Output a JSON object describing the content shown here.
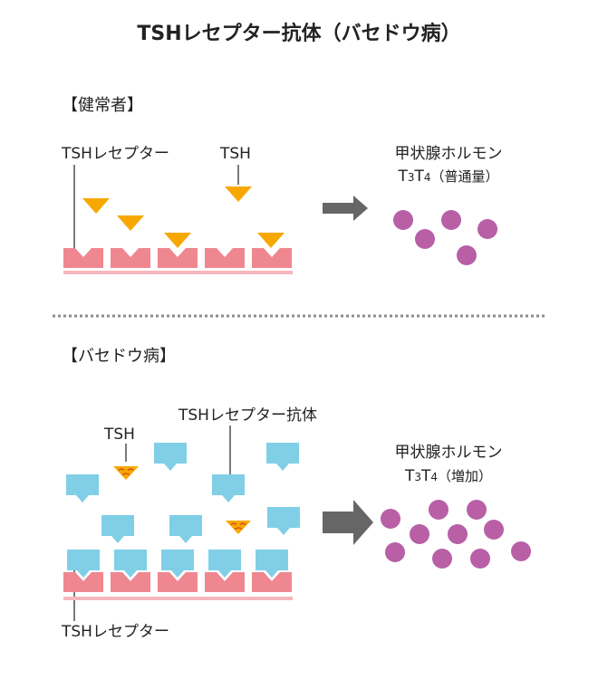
{
  "title": "TSHレセプター抗体（バセドウ病）",
  "normal": {
    "heading": "【健常者】",
    "receptor_label": "TSHレセプター",
    "tsh_label": "TSH",
    "hormone_label": "甲状腺ホルモン",
    "hormone_t3_main": "T",
    "hormone_t3_sub": "3",
    "hormone_t4_main": "T",
    "hormone_t4_sub": "4",
    "hormone_amount": "（普通量）"
  },
  "graves": {
    "heading": "【バセドウ病】",
    "tsh_label": "TSH",
    "antibody_label": "TSHレセプター抗体",
    "receptor_label": "TSHレセプター",
    "hormone_label": "甲状腺ホルモン",
    "hormone_t3_main": "T",
    "hormone_t3_sub": "3",
    "hormone_t4_main": "T",
    "hormone_t4_sub": "4",
    "hormone_amount": "（増加）"
  },
  "colors": {
    "receptor": "#ef8790",
    "membrane": "#f5b7bd",
    "tsh": "#f7a800",
    "antibody": "#80cfe6",
    "hormone": "#b85fa6",
    "arrow": "#666666",
    "divider": "#8c8c8c"
  }
}
